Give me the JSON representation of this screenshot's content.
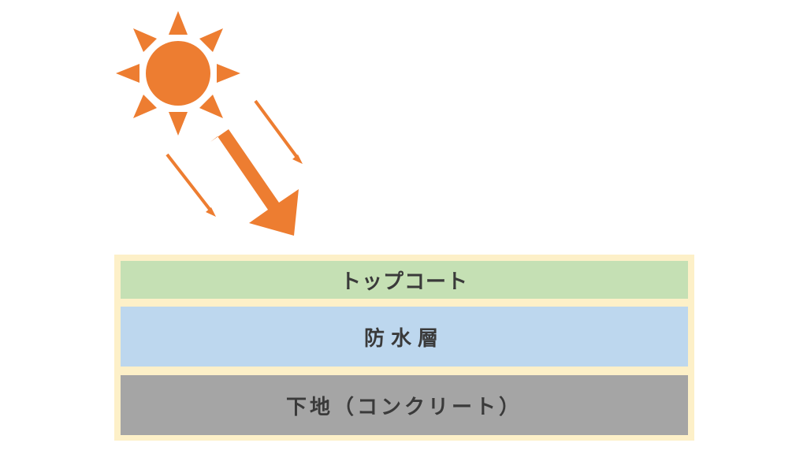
{
  "colors": {
    "sun": "#ed7d31",
    "frame": "#fdf0c8",
    "topcoat": "#c5e0b4",
    "waterproof": "#bdd7ee",
    "substrate": "#a5a5a5",
    "text": "#3a3a3a"
  },
  "icons": {
    "sun": "sun-icon",
    "ray": "arrow-down-right-icon"
  },
  "layers": [
    {
      "label": "トップコート"
    },
    {
      "label": "防水層"
    },
    {
      "label": "下地（コンクリート）"
    }
  ]
}
